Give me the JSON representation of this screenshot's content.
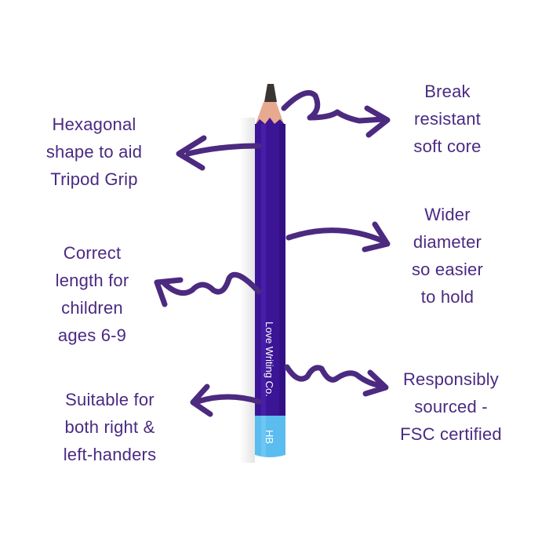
{
  "colors": {
    "text": "#4a2a82",
    "arrow": "#4b2a80",
    "pencil_body": "#3b1596",
    "pencil_edge": "#4d22b0",
    "wood": "#e7a98f",
    "lead": "#3a3530",
    "cap": "#5bbcef"
  },
  "pencil": {
    "brand": "Love Writing Co.",
    "grade": "HB"
  },
  "features": {
    "hexagonal": {
      "lines": [
        "Hexagonal",
        "shape to aid",
        "Tripod Grip"
      ]
    },
    "break_resistant": {
      "lines": [
        "Break",
        "resistant",
        "soft core"
      ]
    },
    "correct_length": {
      "lines": [
        "Correct",
        "length for",
        "children",
        "ages 6-9"
      ]
    },
    "wider_diameter": {
      "lines": [
        "Wider",
        "diameter",
        "so easier",
        "to hold"
      ]
    },
    "suitable": {
      "lines": [
        "Suitable for",
        "both right &",
        "left-handers"
      ]
    },
    "responsibly": {
      "lines": [
        "Responsibly",
        "sourced -",
        "FSC certified"
      ]
    }
  }
}
